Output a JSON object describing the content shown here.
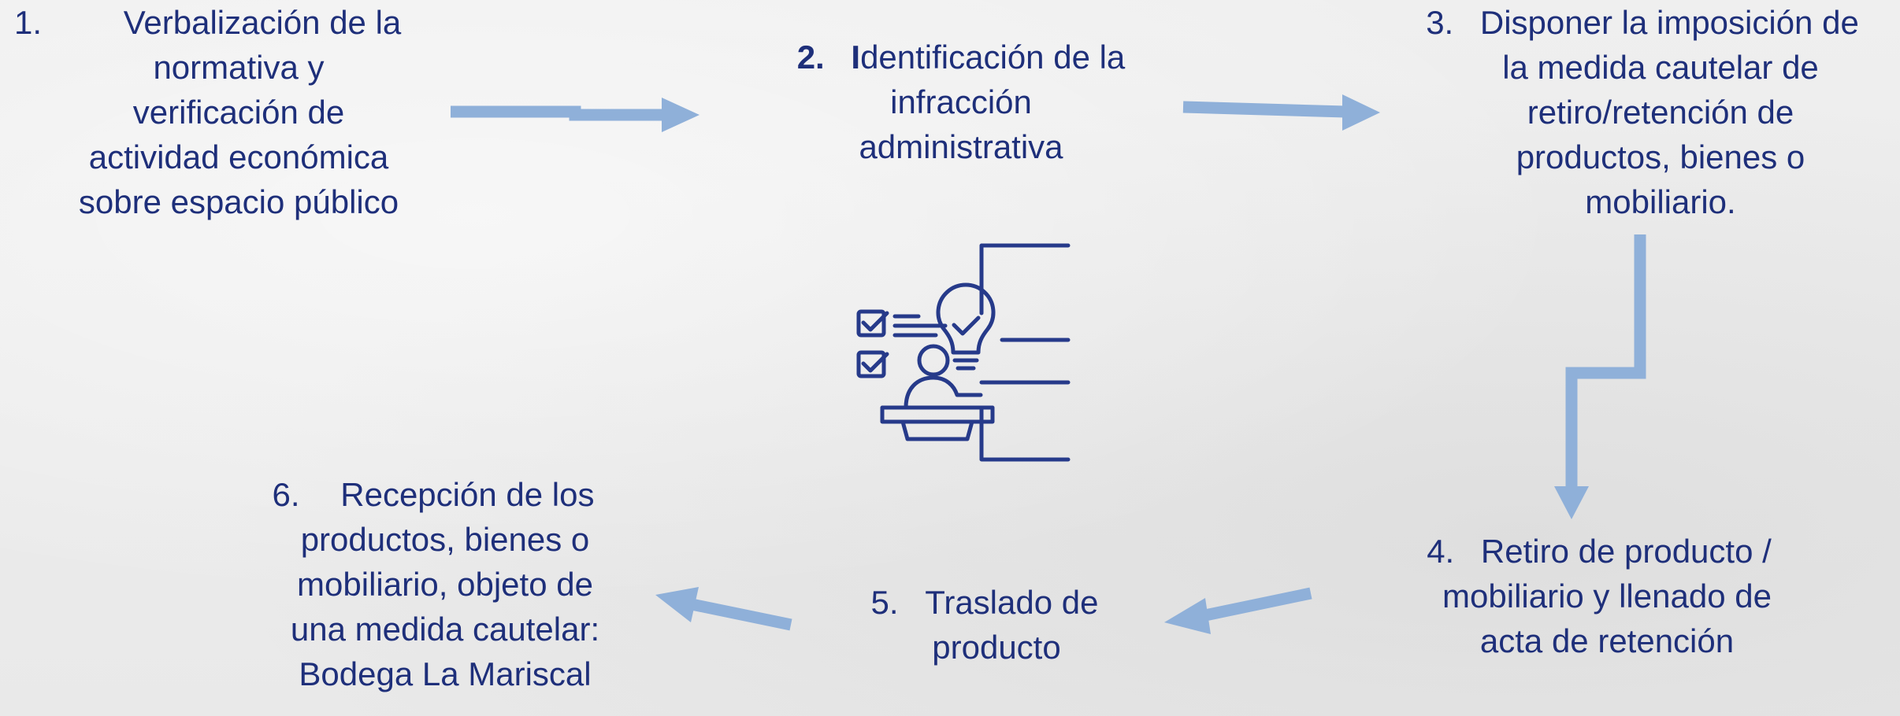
{
  "colors": {
    "text": "#1e2f7a",
    "arrow": "#8fb0d9",
    "icon": "#263a8a"
  },
  "icon": "presenter-checklist-idea-icon",
  "steps": {
    "s1": {
      "num": "1.",
      "lines": [
        "Verbalización de la",
        "normativa y",
        "verificación de",
        "actividad económica",
        "sobre espacio público"
      ]
    },
    "s2": {
      "num": "2.",
      "lead": "I",
      "first_rest": "dentificación de la",
      "lines": [
        "infracción",
        "administrativa"
      ]
    },
    "s3": {
      "num": "3.",
      "lines": [
        "Disponer la imposición de",
        "la medida cautelar de",
        "retiro/retención de",
        "productos, bienes o",
        "mobiliario."
      ]
    },
    "s4": {
      "num": "4.",
      "lines": [
        "Retiro de producto /",
        "mobiliario y llenado de",
        "acta de retención"
      ]
    },
    "s5": {
      "num": "5.",
      "lines": [
        "Traslado de",
        "producto"
      ]
    },
    "s6": {
      "num": "6.",
      "lines": [
        "Recepción de los",
        "productos, bienes o",
        "mobiliario, objeto de",
        "una medida cautelar:",
        "Bodega La Mariscal"
      ]
    }
  }
}
